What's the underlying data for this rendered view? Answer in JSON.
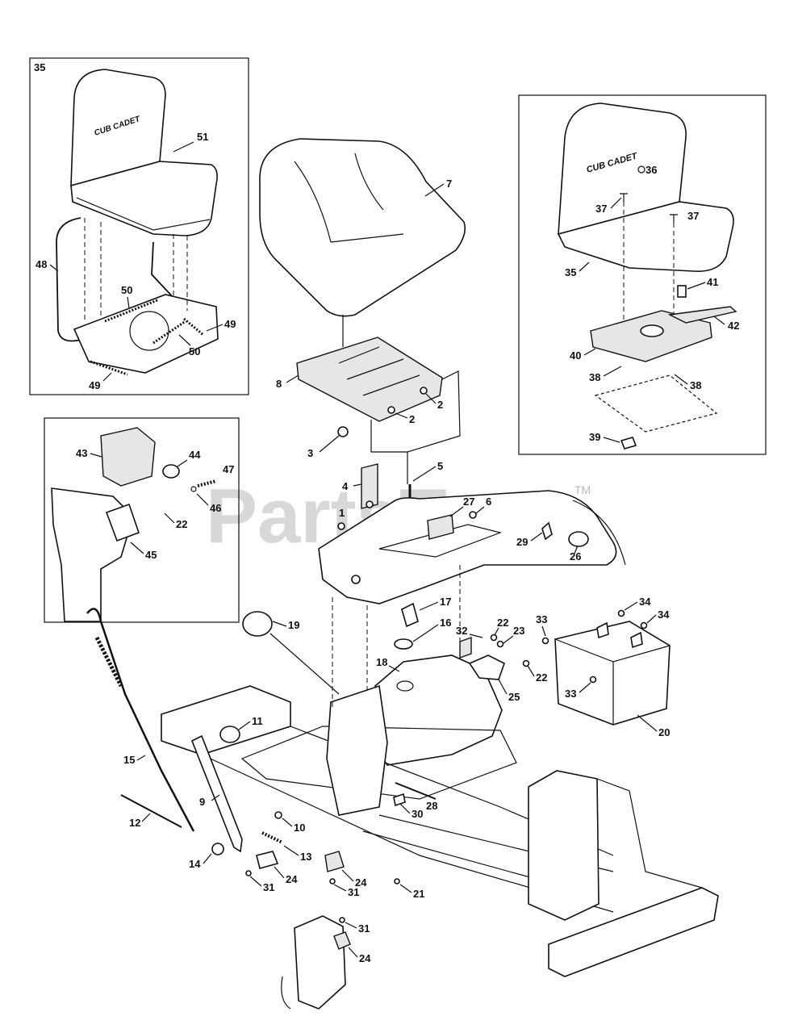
{
  "watermark": {
    "text": "PartsTree",
    "trademark": "TM"
  },
  "seat_brand": "CUB CADET",
  "labels": {
    "box_left_top_ref": "35",
    "l51": "51",
    "l48": "48",
    "l50a": "50",
    "l50b": "50",
    "l49a": "49",
    "l49b": "49",
    "l7": "7",
    "l8": "8",
    "l2a": "2",
    "l2b": "2",
    "l3": "3",
    "l5": "5",
    "l4": "4",
    "l1": "1",
    "l27": "27",
    "l6": "6",
    "l36": "36",
    "l37a": "37",
    "l37b": "37",
    "l35": "35",
    "l41": "41",
    "l42": "42",
    "l40": "40",
    "l38a": "38",
    "l38b": "38",
    "l39": "39",
    "l43": "43",
    "l44": "44",
    "l47": "47",
    "l46": "46",
    "l22a": "22",
    "l45": "45",
    "l29": "29",
    "l26": "26",
    "l17": "17",
    "l16": "16",
    "l19": "19",
    "l18": "18",
    "l32": "32",
    "l22b": "22",
    "l23": "23",
    "l22c": "22",
    "l25": "25",
    "l33a": "33",
    "l34a": "34",
    "l34b": "34",
    "l33b": "33",
    "l20": "20",
    "l11": "11",
    "l15": "15",
    "l9": "9",
    "l12": "12",
    "l10": "10",
    "l13": "13",
    "l14": "14",
    "l24a": "24",
    "l24b": "24",
    "l31a": "31",
    "l31b": "31",
    "l28": "28",
    "l30": "30",
    "l21": "21",
    "l31c": "31",
    "l24c": "24"
  }
}
